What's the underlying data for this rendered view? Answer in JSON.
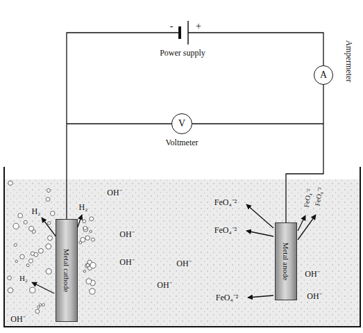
{
  "diagram": {
    "nodes": [
      {
        "text": [
          "A"
        ]
      },
      {
        "text": [
          "V"
        ]
      },
      {
        "text": [
          "Metal cathode"
        ]
      },
      {
        "text": [
          "Metal anode"
        ]
      }
    ],
    "edges": [
      {
        "from": 0,
        "to": 3,
        "arrow": "none"
      }
    ],
    "labels": [
      "-",
      "+",
      "Power supply",
      "Voltmeter",
      "Ampermeter",
      "H₂",
      "H₂",
      "H₂",
      "OH⁻",
      "FeO₄⁻²",
      "OH⁻",
      "FeO₄⁻²",
      "OH⁻",
      "OH⁻",
      "OH⁻",
      "FeO₄⁻²",
      "FeO₄⁻²",
      "FeO₄⁻²",
      "OH⁻",
      "OH⁻",
      "OH⁻"
    ]
  }
}
